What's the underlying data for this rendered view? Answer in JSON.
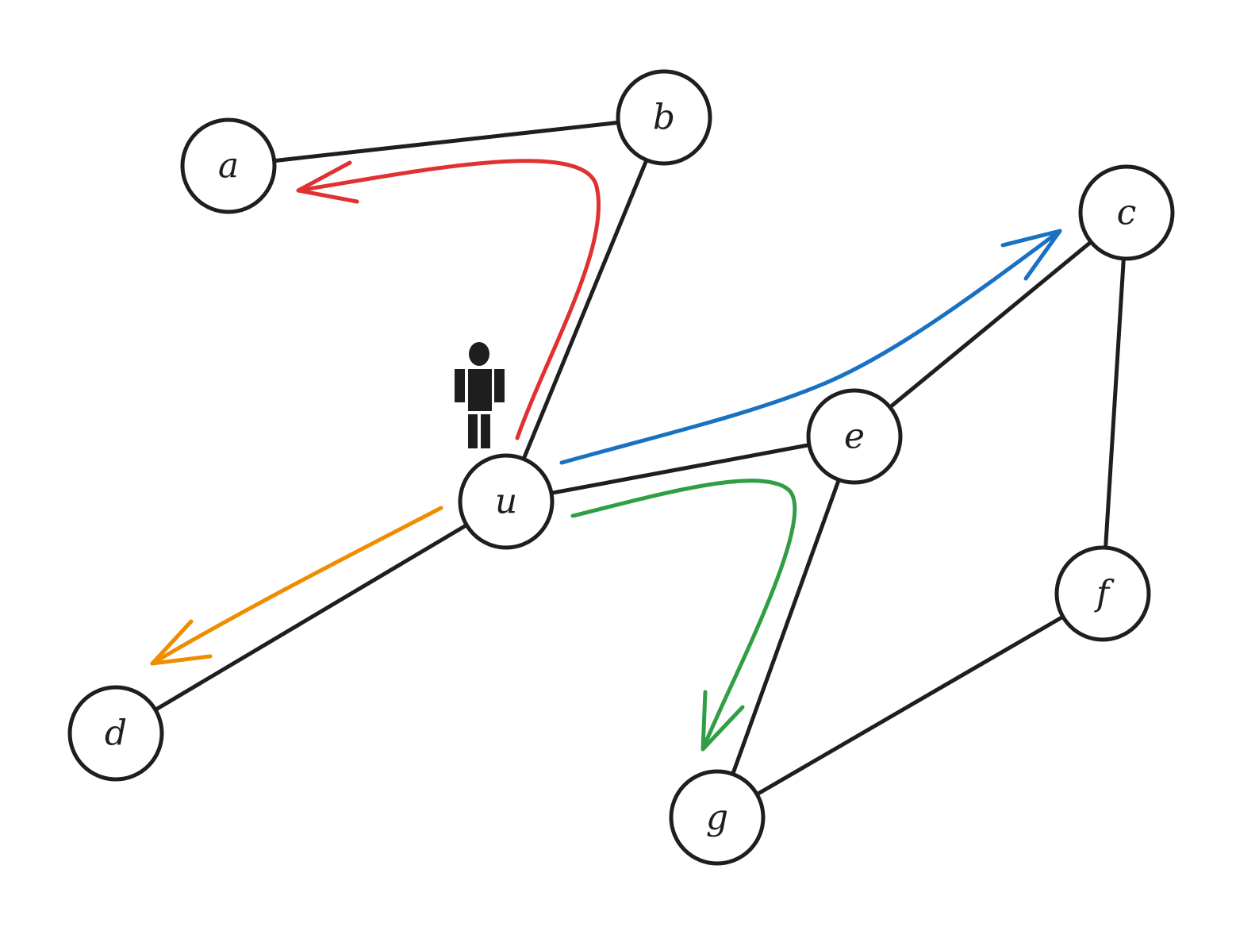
{
  "nodes": [
    {
      "id": "a",
      "label": "a"
    },
    {
      "id": "b",
      "label": "b"
    },
    {
      "id": "c",
      "label": "c"
    },
    {
      "id": "u",
      "label": "u"
    },
    {
      "id": "e",
      "label": "e"
    },
    {
      "id": "f",
      "label": "f"
    },
    {
      "id": "d",
      "label": "d"
    },
    {
      "id": "g",
      "label": "g"
    }
  ],
  "edges": [
    {
      "from": "a",
      "to": "b"
    },
    {
      "from": "b",
      "to": "u"
    },
    {
      "from": "u",
      "to": "e"
    },
    {
      "from": "u",
      "to": "d"
    },
    {
      "from": "e",
      "to": "c"
    },
    {
      "from": "c",
      "to": "f"
    },
    {
      "from": "e",
      "to": "g"
    },
    {
      "from": "f",
      "to": "g"
    }
  ],
  "walks": [
    {
      "id": "walk-to-a",
      "via": [
        "u",
        "b",
        "a"
      ],
      "color": "#e03131"
    },
    {
      "id": "walk-to-c",
      "via": [
        "u",
        "e",
        "c"
      ],
      "color": "#1971c2"
    },
    {
      "id": "walk-to-g",
      "via": [
        "u",
        "e",
        "g"
      ],
      "color": "#2f9e44"
    },
    {
      "id": "walk-to-d",
      "via": [
        "u",
        "d"
      ],
      "color": "#f08c00"
    }
  ],
  "walker": {
    "icon": "person-icon",
    "at": "u"
  }
}
